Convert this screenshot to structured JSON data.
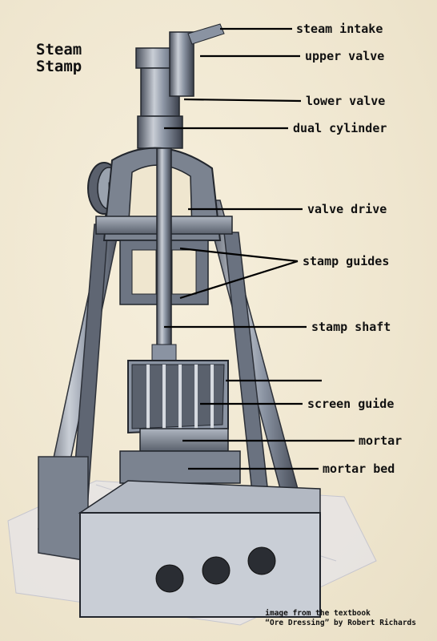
{
  "diagram": {
    "title_line1": "Steam",
    "title_line2": "Stamp",
    "labels": [
      "steam intake",
      "upper valve",
      "lower valve",
      "dual cylinder",
      "valve drive",
      "stamp guides",
      "stamp shaft",
      "screen guide",
      "mortar",
      "mortar bed"
    ],
    "credit_line1": "image from the textbook",
    "credit_line2": "“Ore Dressing” by Robert Richards"
  },
  "colors": {
    "background": "#efe6cf",
    "metal_dark": "#3a3f4a",
    "metal_mid": "#7d8797",
    "metal_light": "#c9ced6",
    "leader_line": "#000000"
  }
}
